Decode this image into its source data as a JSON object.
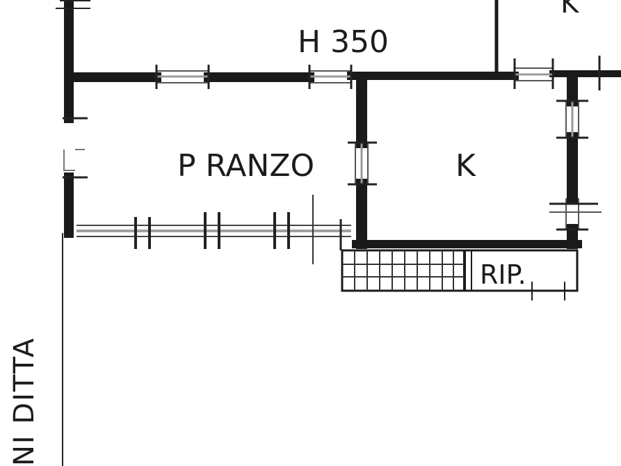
{
  "plan": {
    "height_label": "H 350",
    "rooms": [
      {
        "id": "pranzo",
        "label": "P RANZO"
      },
      {
        "id": "kitchen",
        "label": "K"
      },
      {
        "id": "storage",
        "label": "RIP."
      }
    ],
    "partial_labels": {
      "top_right": "K",
      "left_vertical": "NI  DITTA"
    },
    "colors": {
      "wall": "#1a1a1a",
      "window": "#8a8a8a",
      "background": "#ffffff"
    }
  }
}
